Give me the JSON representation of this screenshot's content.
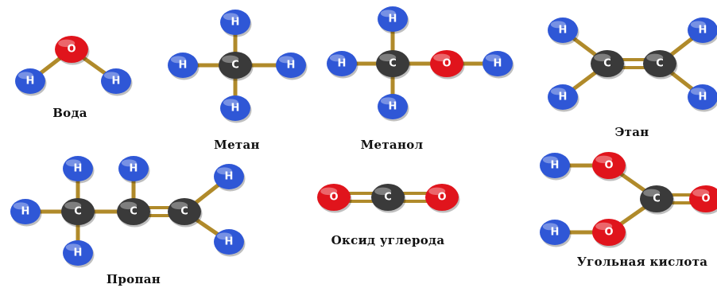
{
  "colors": {
    "hydrogen": "#2f57d6",
    "carbon": "#3a3a3a",
    "oxygen": "#e0141c",
    "bond": "#b08a2a"
  },
  "molecules": [
    {
      "key": "water",
      "name": "Вода",
      "atoms": [
        {
          "el": "O",
          "label": "O"
        },
        {
          "el": "H",
          "label": "H"
        },
        {
          "el": "H",
          "label": "H"
        }
      ]
    },
    {
      "key": "methane",
      "name": "Метан",
      "atoms": [
        {
          "el": "C",
          "label": "C"
        },
        {
          "el": "H",
          "label": "H"
        },
        {
          "el": "H",
          "label": "H"
        },
        {
          "el": "H",
          "label": "H"
        },
        {
          "el": "H",
          "label": "H"
        }
      ]
    },
    {
      "key": "methanol",
      "name": "Метанол",
      "atoms": [
        {
          "el": "H",
          "label": "H"
        },
        {
          "el": "C",
          "label": "C"
        },
        {
          "el": "O",
          "label": "O"
        },
        {
          "el": "H",
          "label": "H"
        },
        {
          "el": "H",
          "label": "H"
        },
        {
          "el": "H",
          "label": "H"
        }
      ]
    },
    {
      "key": "ethane",
      "name": "Этан",
      "atoms": [
        {
          "el": "C",
          "label": "C"
        },
        {
          "el": "C",
          "label": "C"
        },
        {
          "el": "H",
          "label": "H"
        },
        {
          "el": "H",
          "label": "H"
        },
        {
          "el": "H",
          "label": "H"
        },
        {
          "el": "H",
          "label": "H"
        }
      ]
    },
    {
      "key": "propane",
      "name": "Пропан",
      "atoms": [
        {
          "el": "H",
          "label": "H"
        },
        {
          "el": "C",
          "label": "C"
        },
        {
          "el": "C",
          "label": "C"
        },
        {
          "el": "C",
          "label": "C"
        },
        {
          "el": "H",
          "label": "H"
        },
        {
          "el": "H",
          "label": "H"
        },
        {
          "el": "H",
          "label": "H"
        },
        {
          "el": "H",
          "label": "H"
        },
        {
          "el": "H",
          "label": "H"
        }
      ]
    },
    {
      "key": "co2",
      "name": "Оксид углерода",
      "atoms": [
        {
          "el": "O",
          "label": "O"
        },
        {
          "el": "C",
          "label": "C"
        },
        {
          "el": "O",
          "label": "O"
        }
      ]
    },
    {
      "key": "carbonic",
      "name": "Угольная кислота",
      "atoms": [
        {
          "el": "H",
          "label": "H"
        },
        {
          "el": "O",
          "label": "O"
        },
        {
          "el": "C",
          "label": "C"
        },
        {
          "el": "O",
          "label": "O"
        },
        {
          "el": "H",
          "label": "H"
        },
        {
          "el": "O",
          "label": "O"
        }
      ]
    }
  ]
}
